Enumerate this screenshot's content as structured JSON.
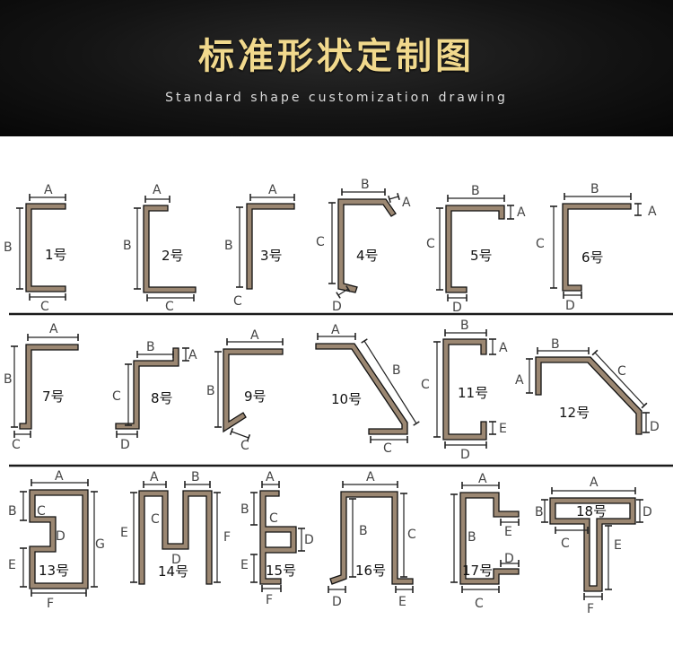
{
  "header": {
    "title": "标准形状定制图",
    "subtitle": "Standard shape customization drawing"
  },
  "shapes": [
    {
      "number": "1号",
      "dims": [
        "A",
        "B",
        "C"
      ]
    },
    {
      "number": "2号",
      "dims": [
        "A",
        "B",
        "C"
      ]
    },
    {
      "number": "3号",
      "dims": [
        "A",
        "B",
        "C"
      ]
    },
    {
      "number": "4号",
      "dims": [
        "B",
        "A",
        "C",
        "D"
      ]
    },
    {
      "number": "5号",
      "dims": [
        "B",
        "A",
        "C",
        "D"
      ]
    },
    {
      "number": "6号",
      "dims": [
        "B",
        "A",
        "C",
        "D"
      ]
    },
    {
      "number": "7号",
      "dims": [
        "A",
        "B",
        "C"
      ]
    },
    {
      "number": "8号",
      "dims": [
        "B",
        "A",
        "C",
        "D"
      ]
    },
    {
      "number": "9号",
      "dims": [
        "A",
        "B",
        "C"
      ]
    },
    {
      "number": "10号",
      "dims": [
        "A",
        "B",
        "C"
      ]
    },
    {
      "number": "11号",
      "dims": [
        "B",
        "A",
        "C",
        "E",
        "D"
      ]
    },
    {
      "number": "12号",
      "dims": [
        "B",
        "A",
        "C",
        "D"
      ]
    },
    {
      "number": "13号",
      "dims": [
        "A",
        "B",
        "C",
        "D",
        "E",
        "F",
        "G"
      ]
    },
    {
      "number": "14号",
      "dims": [
        "A",
        "B",
        "C",
        "D",
        "E",
        "F"
      ]
    },
    {
      "number": "15号",
      "dims": [
        "A",
        "B",
        "C",
        "D",
        "E",
        "F"
      ]
    },
    {
      "number": "16号",
      "dims": [
        "A",
        "B",
        "C",
        "D",
        "E"
      ]
    },
    {
      "number": "17号",
      "dims": [
        "A",
        "B",
        "C",
        "D",
        "E"
      ]
    },
    {
      "number": "18号",
      "dims": [
        "A",
        "B",
        "C",
        "D",
        "E",
        "F"
      ]
    }
  ],
  "colors": {
    "header_bg": "#111111",
    "title": "#f1d98d",
    "profile_fill": "#9b8772"
  }
}
